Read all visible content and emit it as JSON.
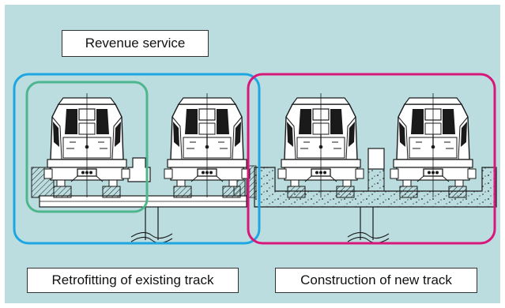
{
  "colors": {
    "background": "#bcdde0",
    "frame": "#ffffff",
    "retrofit_outline": "#1ea6e2",
    "revenue_outline": "#4db68d",
    "new_track_outline": "#d9167a",
    "line": "#1a1a1a"
  },
  "labels": {
    "revenue_service": "Revenue service",
    "retrofitting": "Retrofitting of existing track",
    "construction": "Construction of new track"
  },
  "icons": {
    "train": "train-front-icon",
    "break": "break-mark-icon"
  }
}
